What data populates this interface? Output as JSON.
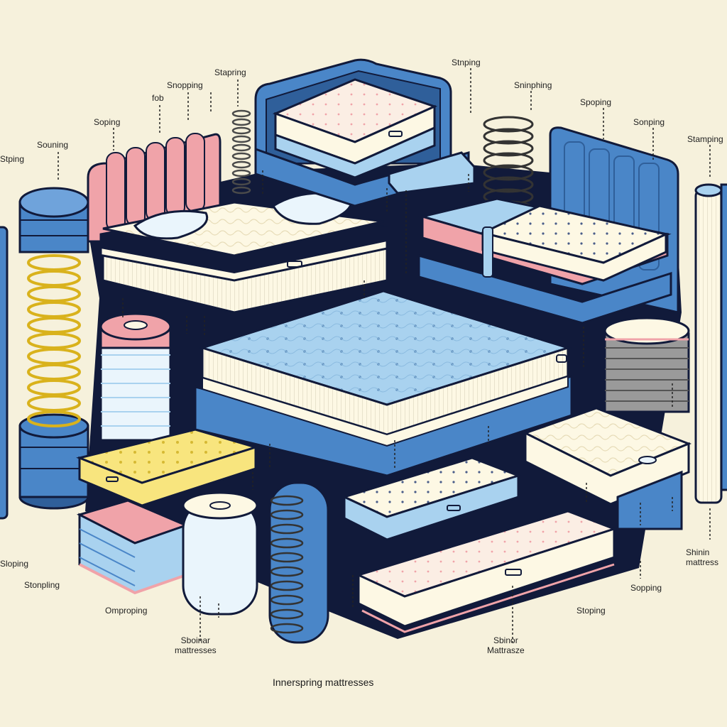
{
  "caption": "Innerspring mattresses",
  "labels": {
    "l01": "Stapring",
    "l02": "Snopping",
    "l03": "fob",
    "l04": "Soping",
    "l05": "Souning",
    "l06": "Stping",
    "l07": "Stnping",
    "l08": "Sninphing",
    "l09": "Spoping",
    "l10": "Sonping",
    "l11": "Stamping",
    "l12": "Sloping",
    "l13": "Stonpling",
    "l14": "Omproping",
    "l15a": "Sboinar",
    "l15b": "mattresses",
    "l16a": "Sbinor",
    "l16b": "Mattrasze",
    "l17": "Stoping",
    "l18": "Sopping",
    "l19a": "Shinin",
    "l19b": "mattress"
  },
  "colors": {
    "background": "#f6f1dc",
    "navy": "#111a3a",
    "blue": "#4a86c8",
    "light_blue": "#a9d2ef",
    "cream": "#fdf8e4",
    "pink": "#f0a3a9",
    "yellow": "#f8e57e",
    "gold_spring": "#d9b21c"
  }
}
